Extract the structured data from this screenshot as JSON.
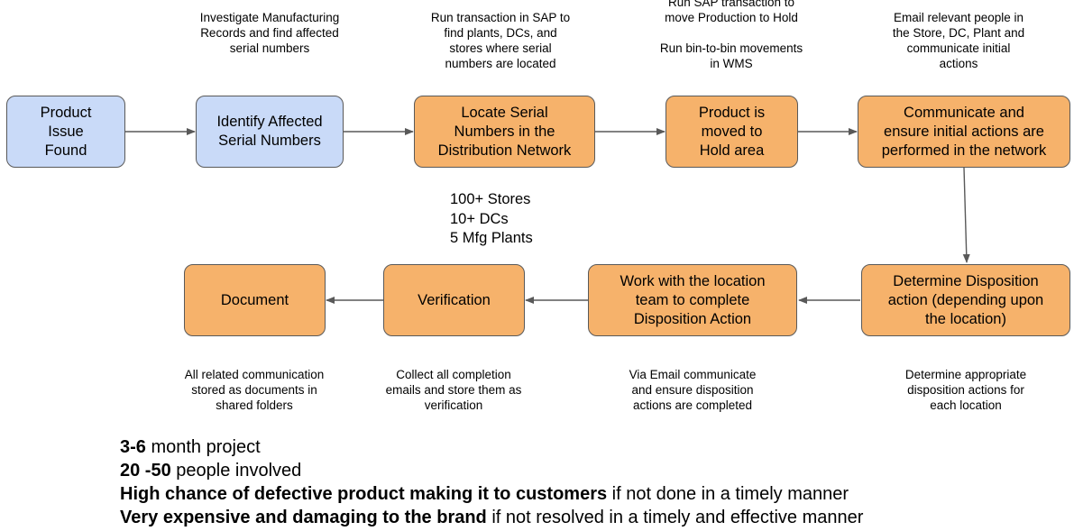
{
  "boxes": {
    "product_issue": "Product\nIssue\nFound",
    "identify": "Identify Affected\nSerial Numbers",
    "locate": "Locate Serial\nNumbers in the\nDistribution Network",
    "hold": "Product is\nmoved to\nHold area",
    "communicate": "Communicate and\nensure initial actions are\nperformed in the network",
    "disposition": "Determine Disposition\naction (depending upon\nthe location)",
    "work_with": "Work with the location\nteam to complete\nDisposition Action",
    "verification": "Verification",
    "document": "Document"
  },
  "notes": {
    "identify": "Investigate Manufacturing\nRecords and find affected\nserial numbers",
    "locate": "Run transaction in SAP to\nfind plants, DCs, and\nstores where serial\nnumbers are located",
    "hold": "Run SAP transaction to\nmove Production to Hold\n\nRun bin-to-bin movements\nin WMS",
    "communicate": "Email relevant people in\nthe Store, DC, Plant and\ncommunicate initial\nactions",
    "disposition": "Determine appropriate\ndisposition actions for\neach location",
    "work_with": "Via Email communicate\nand ensure disposition\nactions are completed",
    "verification": "Collect all completion\nemails and store them as\nverification",
    "document": "All related communication\nstored as documents in\nshared folders"
  },
  "counts": [
    "100+ Stores",
    "10+ DCs",
    "5 Mfg Plants"
  ],
  "summary": [
    {
      "bold": "3-6",
      "rest": " month project"
    },
    {
      "bold": "20 -50",
      "rest": " people involved"
    },
    {
      "bold": "High chance of defective product making it to customers",
      "rest": " if not done in a timely manner"
    },
    {
      "bold": "Very expensive and damaging to the brand",
      "rest": " if not resolved in a timely and effective manner"
    }
  ],
  "colors": {
    "blue_box": "#c9daf8",
    "orange_box": "#f6b26b",
    "border": "#595959",
    "arrow": "#595959"
  }
}
